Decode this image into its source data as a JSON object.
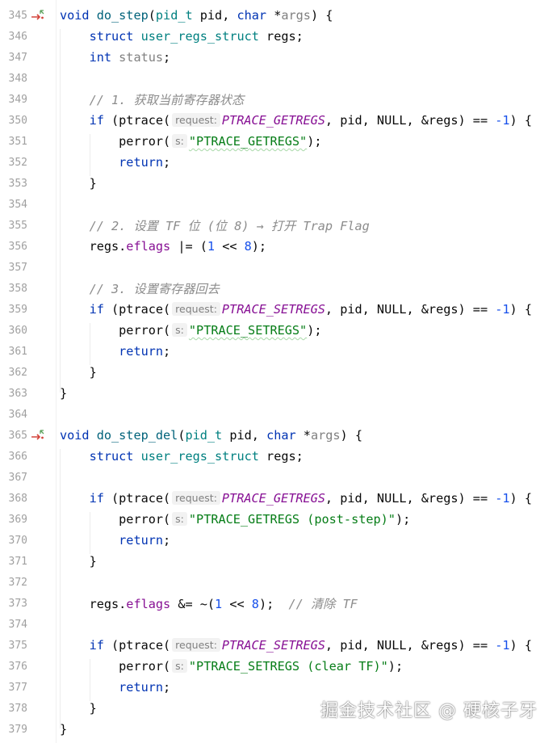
{
  "editor": {
    "lines": [
      {
        "n": "345",
        "marker": true
      },
      {
        "n": "346"
      },
      {
        "n": "347"
      },
      {
        "n": "348"
      },
      {
        "n": "349"
      },
      {
        "n": "350"
      },
      {
        "n": "351"
      },
      {
        "n": "352"
      },
      {
        "n": "353"
      },
      {
        "n": "354"
      },
      {
        "n": "355"
      },
      {
        "n": "356"
      },
      {
        "n": "357"
      },
      {
        "n": "358"
      },
      {
        "n": "359"
      },
      {
        "n": "360"
      },
      {
        "n": "361"
      },
      {
        "n": "362"
      },
      {
        "n": "363"
      },
      {
        "n": "364"
      },
      {
        "n": "365",
        "marker": true
      },
      {
        "n": "366"
      },
      {
        "n": "367"
      },
      {
        "n": "368"
      },
      {
        "n": "369"
      },
      {
        "n": "370"
      },
      {
        "n": "371"
      },
      {
        "n": "372"
      },
      {
        "n": "373"
      },
      {
        "n": "374"
      },
      {
        "n": "375"
      },
      {
        "n": "376"
      },
      {
        "n": "377"
      },
      {
        "n": "378"
      },
      {
        "n": "379"
      }
    ],
    "code": {
      "l345": {
        "kw_void": "void",
        "fn": "do_step",
        "open": "(",
        "ty": "pid_t",
        "p1": " pid, ",
        "kw_char": "char",
        "star": " *",
        "args": "args",
        "close": ") {"
      },
      "l346": {
        "indent": "    ",
        "kw": "struct",
        "ty": " user_regs_struct",
        "rest": " regs;"
      },
      "l347": {
        "indent": "    ",
        "kw": "int",
        "rest": " status",
        "semi": ";"
      },
      "l349": {
        "indent": "    ",
        "comment": "// 1. 获取当前寄存器状态"
      },
      "l350": {
        "indent": "    ",
        "kw": "if",
        "a": " (ptrace(",
        "hint": "request:",
        "mac": "PTRACE_GETREGS",
        "b": ", pid, NULL, &regs) == ",
        "num": "-1",
        "c": ") {"
      },
      "l351": {
        "indent": "        ",
        "a": "perror(",
        "hint": "s:",
        "str": "\"PTRACE_GETREGS\"",
        "c": ");"
      },
      "l352": {
        "indent": "        ",
        "kw": "return",
        "c": ";"
      },
      "l353": {
        "indent": "    ",
        "c": "}"
      },
      "l355": {
        "indent": "    ",
        "comment": "// 2. 设置 TF 位 (位 8) → 打开 Trap Flag"
      },
      "l356": {
        "indent": "    ",
        "a": "regs.",
        "field": "eflags",
        "b": " |= (",
        "num1": "1",
        "c": " << ",
        "num2": "8",
        "d": ");"
      },
      "l358": {
        "indent": "    ",
        "comment": "// 3. 设置寄存器回去"
      },
      "l359": {
        "indent": "    ",
        "kw": "if",
        "a": " (ptrace(",
        "hint": "request:",
        "mac": "PTRACE_SETREGS",
        "b": ", pid, NULL, &regs) == ",
        "num": "-1",
        "c": ") {"
      },
      "l360": {
        "indent": "        ",
        "a": "perror(",
        "hint": "s:",
        "str": "\"PTRACE_SETREGS\"",
        "c": ");"
      },
      "l361": {
        "indent": "        ",
        "kw": "return",
        "c": ";"
      },
      "l362": {
        "indent": "    ",
        "c": "}"
      },
      "l363": {
        "c": "}"
      },
      "l365": {
        "kw_void": "void",
        "fn": "do_step_del",
        "open": "(",
        "ty": "pid_t",
        "p1": " pid, ",
        "kw_char": "char",
        "star": " *",
        "args": "args",
        "close": ") {"
      },
      "l366": {
        "indent": "    ",
        "kw": "struct",
        "ty": " user_regs_struct",
        "rest": " regs;"
      },
      "l368": {
        "indent": "    ",
        "kw": "if",
        "a": " (ptrace(",
        "hint": "request:",
        "mac": "PTRACE_GETREGS",
        "b": ", pid, NULL, &regs) == ",
        "num": "-1",
        "c": ") {"
      },
      "l369": {
        "indent": "        ",
        "a": "perror(",
        "hint": "s:",
        "str": "\"PTRACE_GETREGS (post-step)\"",
        "c": ");"
      },
      "l370": {
        "indent": "        ",
        "kw": "return",
        "c": ";"
      },
      "l371": {
        "indent": "    ",
        "c": "}"
      },
      "l373": {
        "indent": "    ",
        "a": "regs.",
        "field": "eflags",
        "b": " &= ~(",
        "num1": "1",
        "c": " << ",
        "num2": "8",
        "d": ");  ",
        "comment": "// 清除 TF"
      },
      "l375": {
        "indent": "    ",
        "kw": "if",
        "a": " (ptrace(",
        "hint": "request:",
        "mac": "PTRACE_SETREGS",
        "b": ", pid, NULL, &regs) == ",
        "num": "-1",
        "c": ") {"
      },
      "l376": {
        "indent": "        ",
        "a": "perror(",
        "hint": "s:",
        "str": "\"PTRACE_SETREGS (clear TF)\"",
        "c": ");"
      },
      "l377": {
        "indent": "        ",
        "kw": "return",
        "c": ";"
      },
      "l378": {
        "indent": "    ",
        "c": "}"
      },
      "l379": {
        "c": "}"
      }
    }
  },
  "watermark": "掘金技术社区 @ 硬核子牙",
  "colors": {
    "keyword": "#0033b3",
    "type": "#008080",
    "function": "#00627a",
    "macro": "#871094",
    "string": "#067d17",
    "number": "#1750eb",
    "comment": "#8c8c8c",
    "line_number": "#a0a0a0",
    "marker": "#d4453c"
  },
  "icons": {
    "override_marker": "implementing-method-arrow-icon"
  }
}
